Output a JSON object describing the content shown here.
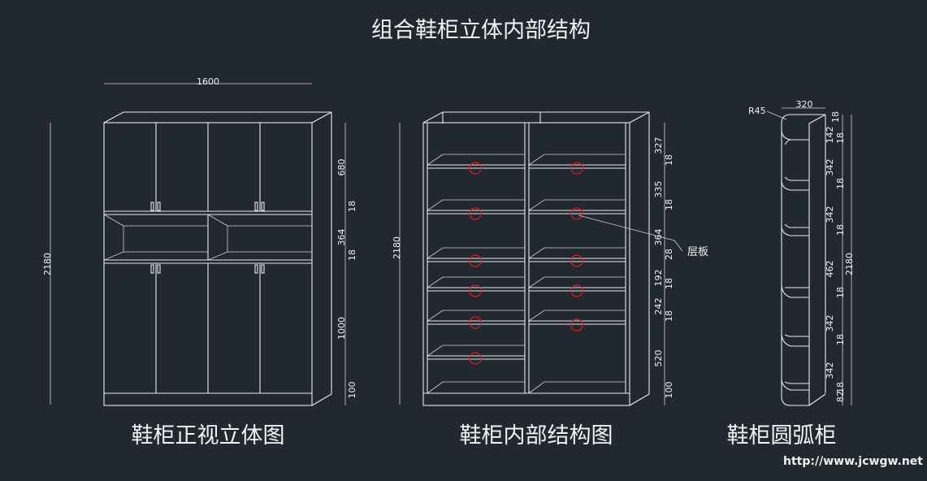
{
  "title": "组合鞋柜立体内部结构",
  "front_view": {
    "caption": "鞋柜正视立体图",
    "width_dim": "1600",
    "height_dim": "2180",
    "right_dims": [
      "680",
      "18",
      "364",
      "18",
      "1000",
      "100"
    ]
  },
  "internal_view": {
    "caption": "鞋柜内部结构图",
    "height_dim": "2180",
    "shelf_label": "层板",
    "right_dims": [
      "327",
      "18",
      "335",
      "18",
      "364",
      "28",
      "192",
      "18",
      "242",
      "18",
      "520",
      "100"
    ]
  },
  "arc_cabinet": {
    "caption": "鞋柜圆弧柜",
    "width_dim": "320",
    "radius_dim": "R45",
    "height_dim": "2180",
    "right_dims": [
      "18",
      "142",
      "18",
      "342",
      "18",
      "342",
      "18",
      "462",
      "18",
      "342",
      "18",
      "342",
      "18",
      "82"
    ]
  },
  "watermark": "http://www.jcwgw.net",
  "colors": {
    "background": "#212830",
    "line": "#e9e9e9",
    "marker": "#e21c1c"
  }
}
